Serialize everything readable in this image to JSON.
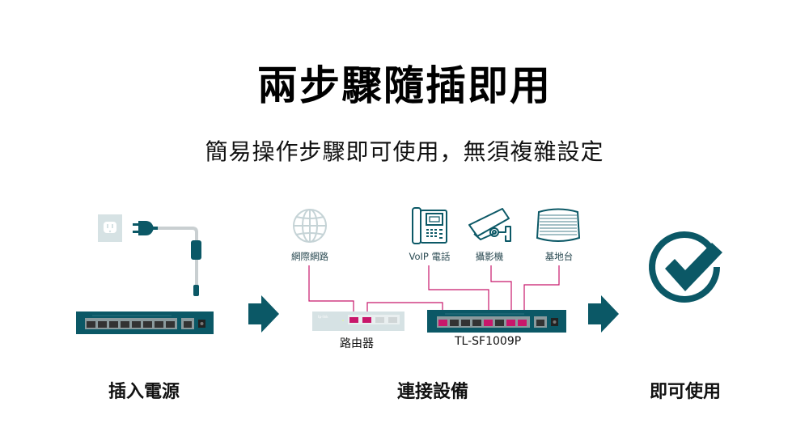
{
  "header": {
    "title": "兩步驟隨插即用",
    "subtitle": "簡易操作步驟即可使用，無須複雜設定"
  },
  "steps": [
    {
      "label": "插入電源"
    },
    {
      "label": "連接設備"
    },
    {
      "label": "即可使用"
    }
  ],
  "devices": {
    "internet": "網際網路",
    "voip": "VoIP 電話",
    "camera": "攝影機",
    "access_point": "基地台",
    "router": "路由器",
    "switch": "TL-SF1009P",
    "router_brand": "tp-link"
  },
  "colors": {
    "teal": "#0b5866",
    "pink": "#c8176b",
    "light_gray": "#d6e2e4",
    "port_dark": "#333333"
  }
}
